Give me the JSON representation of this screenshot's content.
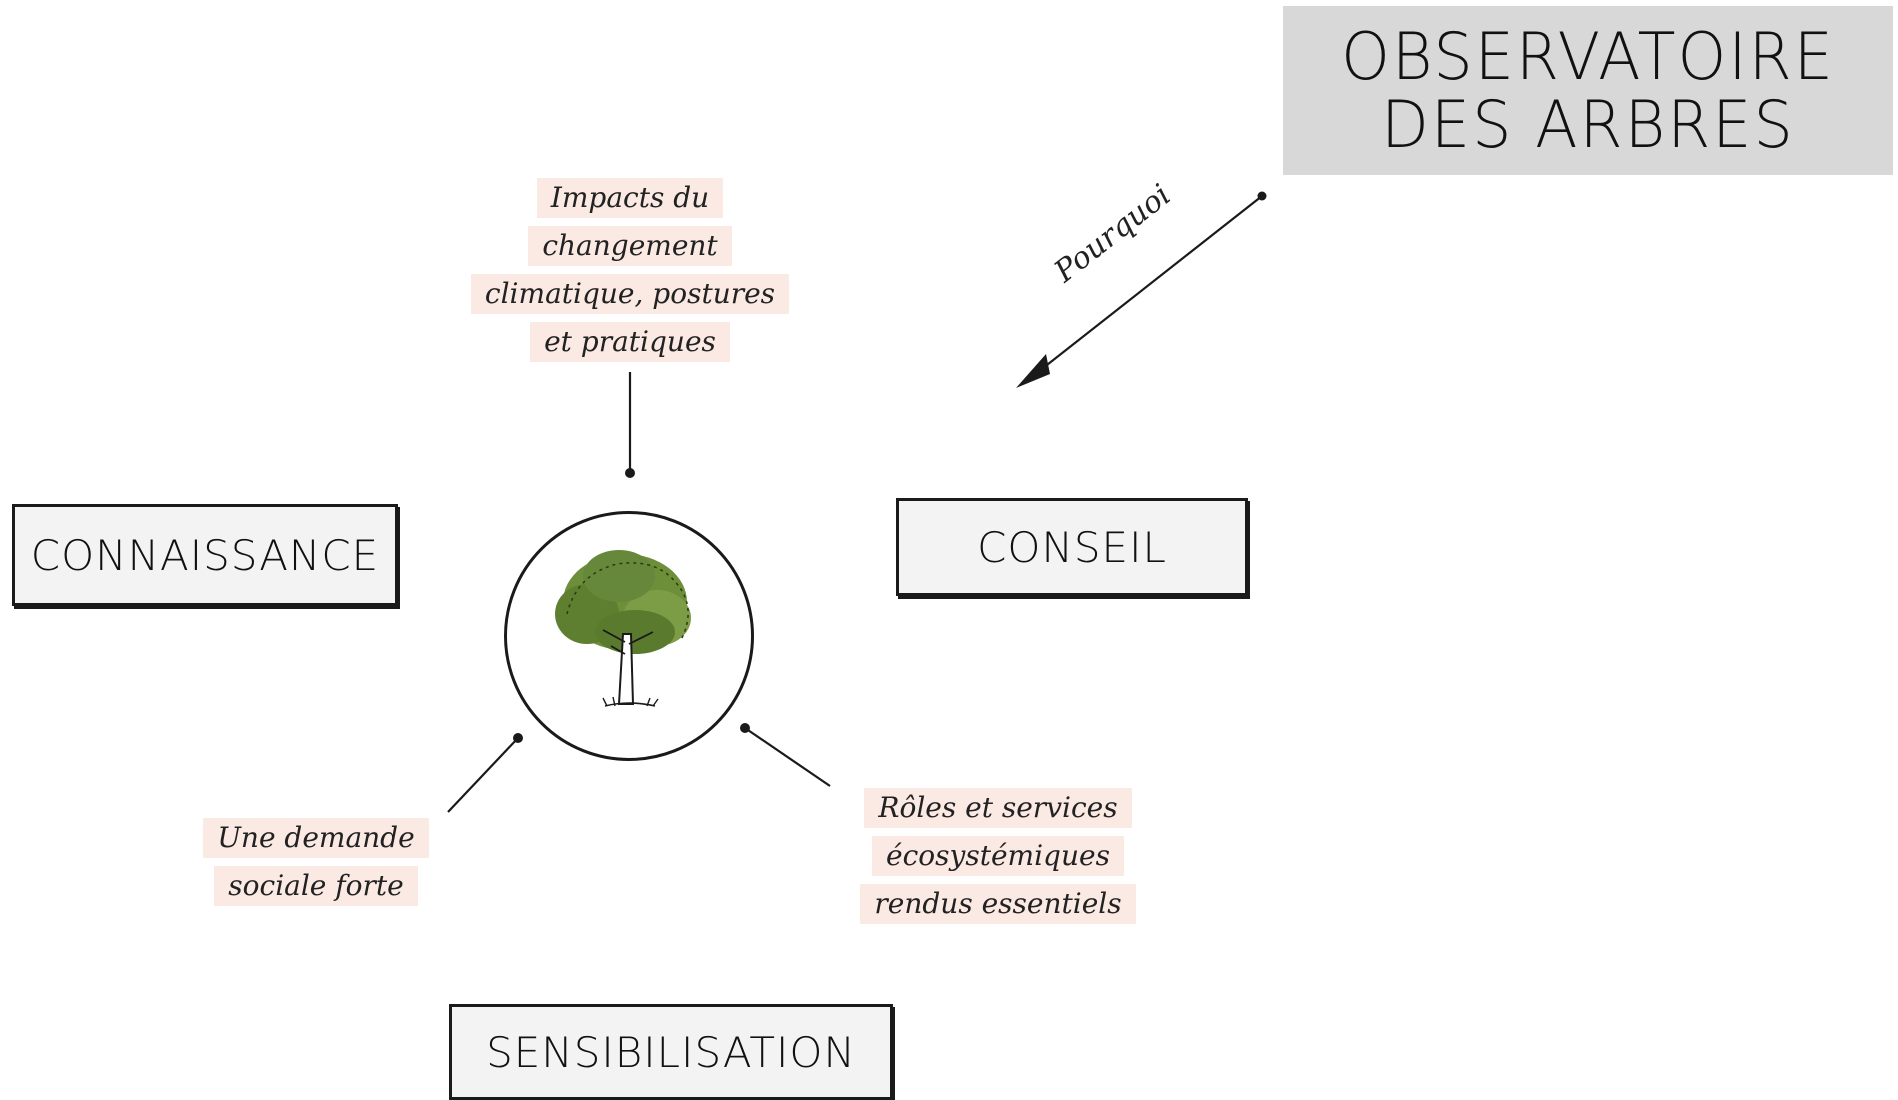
{
  "title": {
    "line1": "OBSERVATOIRE",
    "line2": "DES ARBRES"
  },
  "boxes": {
    "connaissance": "CONNAISSANCE",
    "conseil": "CONSEIL",
    "sensibilisation": "SENSIBILISATION"
  },
  "notes": {
    "impacts": [
      "Impacts du",
      "changement",
      "climatique, postures",
      "et pratiques"
    ],
    "demande": [
      "Une demande",
      "sociale forte"
    ],
    "roles": [
      "Rôles et services",
      "écosystémiques",
      "rendus essentiels"
    ]
  },
  "arrow_label": "Pourquoi",
  "colors": {
    "title_bg": "#d8d8d8",
    "highlight": "#fbe9e3",
    "foliage": "#6e8f3a",
    "ink": "#1a1a1a"
  },
  "center_icon": "tree-icon"
}
